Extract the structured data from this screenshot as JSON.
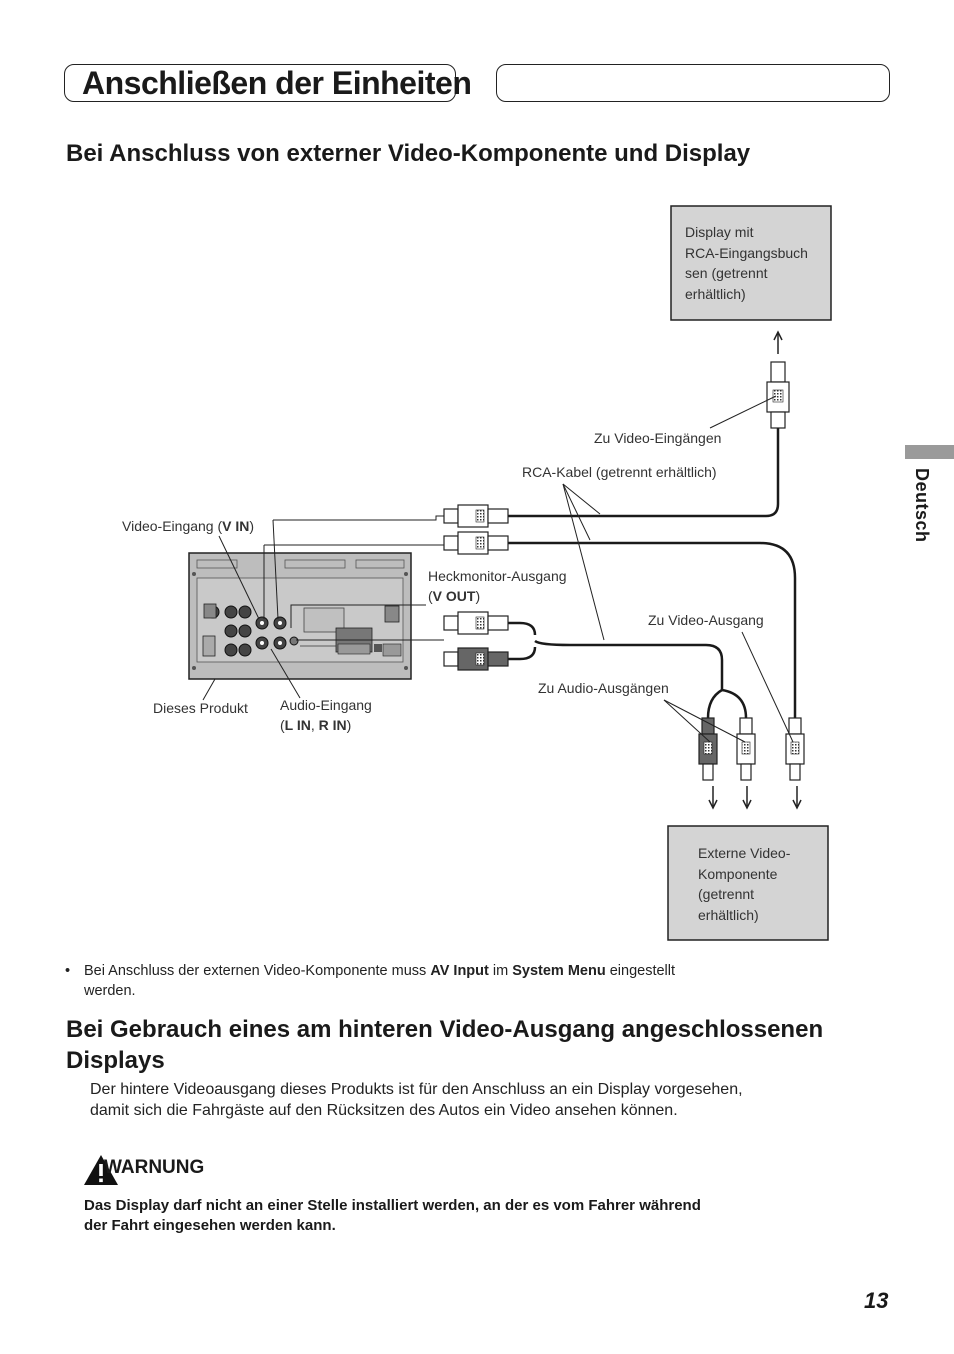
{
  "header": {
    "title": "Anschließen der Einheiten"
  },
  "section1": {
    "heading": "Bei Anschluss von externer Video-Komponente und Display"
  },
  "sidebar": {
    "language": "Deutsch"
  },
  "diagram": {
    "display_box": [
      "Display mit",
      "RCA-Eingangsbuch",
      "sen (getrennt",
      "erhältlich)"
    ],
    "external_box": [
      "Externe Video-",
      "Komponente",
      "(getrennt",
      "erhältlich)"
    ],
    "to_video_inputs": "Zu Video-Eingängen",
    "rca_cable": "RCA-Kabel (getrennt erhältlich)",
    "video_in_pre": "Video-Eingang (",
    "video_in_bold": "V IN",
    "video_in_post": ")",
    "rear_monitor_out": "Heckmonitor-Ausgang",
    "rear_monitor_out_pre": "(",
    "rear_monitor_out_bold": "V OUT",
    "rear_monitor_out_post": ")",
    "to_video_output": "Zu Video-Ausgang",
    "to_audio_outputs": "Zu Audio-Ausgängen",
    "this_product": "Dieses Produkt",
    "audio_in": "Audio-Eingang",
    "audio_in_open": "(",
    "audio_in_l": "L IN",
    "audio_in_sep": ", ",
    "audio_in_r": "R IN",
    "audio_in_close": ")"
  },
  "bullet": {
    "t1": "Bei Anschluss der externen Video-Komponente muss ",
    "b1": "AV Input",
    "t2": " im ",
    "b2": "System Menu",
    "t3": " eingestellt",
    "t4": "werden."
  },
  "section2": {
    "heading_line1": "Bei Gebrauch eines am hinteren Video-Ausgang angeschlossenen",
    "heading_line2": "Displays",
    "para_line1": "Der hintere Videoausgang dieses Produkts ist für den Anschluss an ein Display vorgesehen,",
    "para_line2": "damit sich die Fahrgäste auf den Rücksitzen des Autos ein Video ansehen können."
  },
  "warning": {
    "label": "WARNUNG",
    "line1": "Das Display darf nicht an einer Stelle installiert werden, an der es vom Fahrer während",
    "line2": "der Fahrt eingesehen werden kann."
  },
  "page_number": "13"
}
